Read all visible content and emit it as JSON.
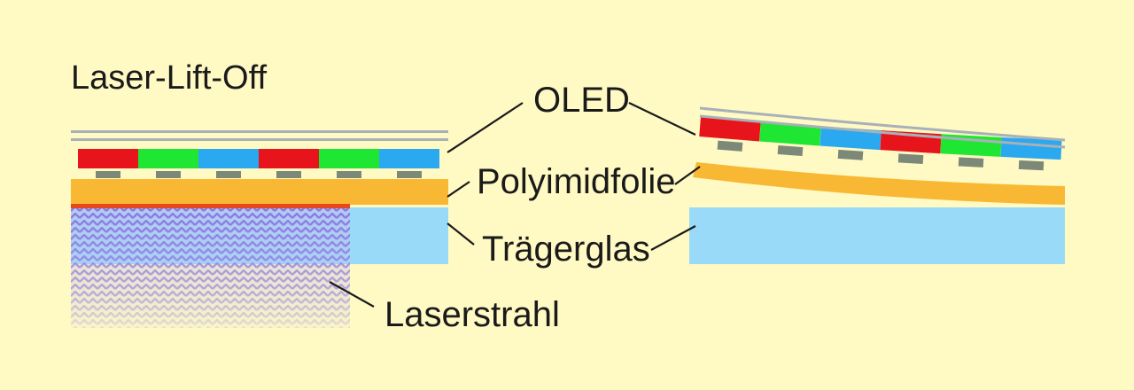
{
  "title": "Laser-Lift-Off",
  "labels": {
    "oled": "OLED",
    "polyimide": "Polyimidfolie",
    "carrier_glass": "Trägerglas",
    "laser_beam": "Laserstrahl"
  },
  "colors": {
    "background": "#fff9c4",
    "thin_film": "#a8b0b8",
    "red_pixel": "#e8141c",
    "green_pixel": "#1ee632",
    "blue_pixel": "#2aa8f0",
    "tft": "#7c8878",
    "polyimide": "#f8b833",
    "glass": "#98daf8",
    "laser_edge": "#e8481e",
    "laser_beam": "#8a78e0",
    "leader_line": "#1a1a1a"
  },
  "pixel_sequence": [
    "red",
    "green",
    "blue",
    "red",
    "green",
    "blue"
  ]
}
